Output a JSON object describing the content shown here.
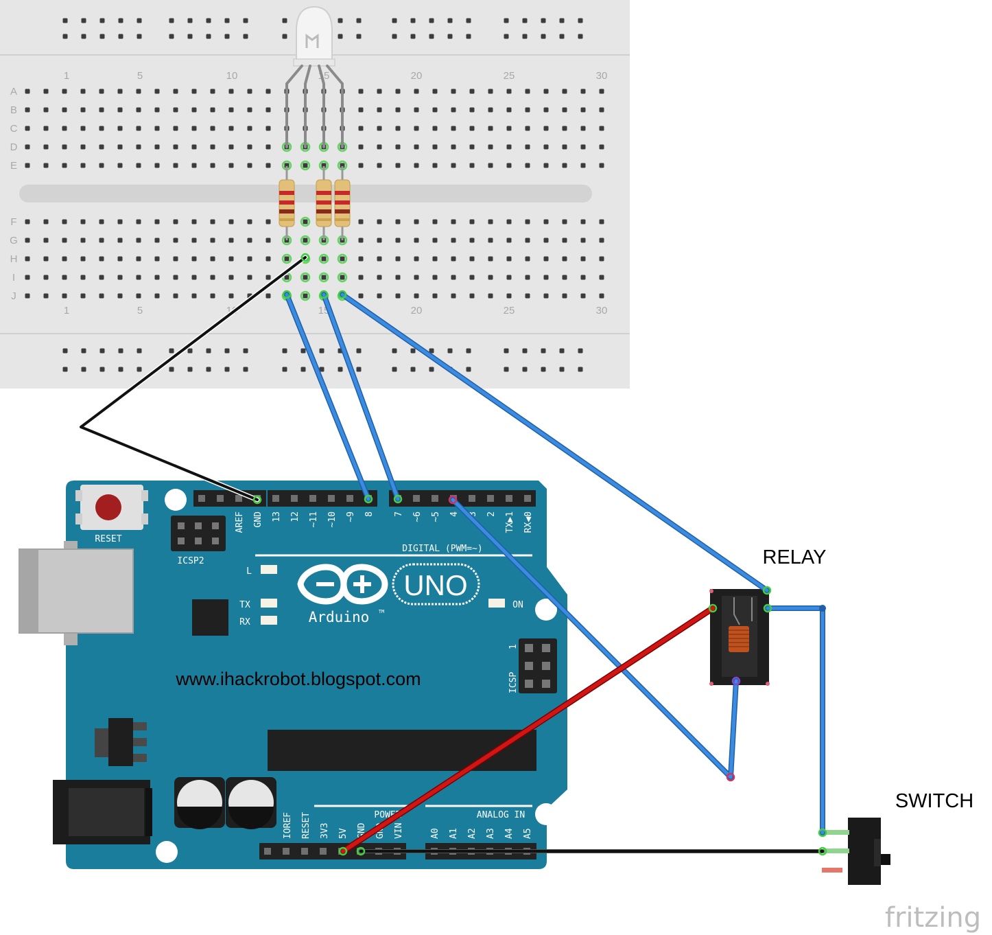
{
  "breadboard": {
    "column_numbers": [
      "1",
      "5",
      "10",
      "15",
      "20",
      "25",
      "30"
    ],
    "row_letters_top": [
      "A",
      "B",
      "C",
      "D",
      "E"
    ],
    "row_letters_bottom": [
      "F",
      "G",
      "H",
      "I",
      "J"
    ]
  },
  "arduino": {
    "logo_text": "Arduino",
    "trademark": "TM",
    "model": "UNO",
    "reset_label": "RESET",
    "icsp2_label": "ICSP2",
    "icsp_label": "ICSP",
    "icsp_pin1": "1",
    "digital_label": "DIGITAL (PWM=~)",
    "led_l": "L",
    "led_tx": "TX",
    "led_rx": "RX",
    "led_on": "ON",
    "power_label": "POWER",
    "analog_label": "ANALOG IN",
    "top_pins": [
      "AREF",
      "GND",
      "13",
      "12",
      "~11",
      "~10",
      "~9",
      "8",
      "7",
      "~6",
      "~5",
      "4",
      "~3",
      "2",
      "TX▶1",
      "RX◀0"
    ],
    "bottom_pins": [
      "IOREF",
      "RESET",
      "3V3",
      "5V",
      "GND",
      "GND",
      "VIN",
      "A0",
      "A1",
      "A2",
      "A3",
      "A4",
      "A5"
    ],
    "website": "www.ihackrobot.blogspot.com"
  },
  "relay": {
    "label": "RELAY"
  },
  "switch": {
    "label": "SWITCH"
  },
  "brand": "fritzing",
  "colors": {
    "breadboard": "#e6e6e6",
    "arduino_board": "#1a7d9c",
    "wire_blue": "#2a78d2",
    "wire_black": "#111111",
    "wire_red": "#cc1111",
    "highlight_green": "#44cc44"
  }
}
